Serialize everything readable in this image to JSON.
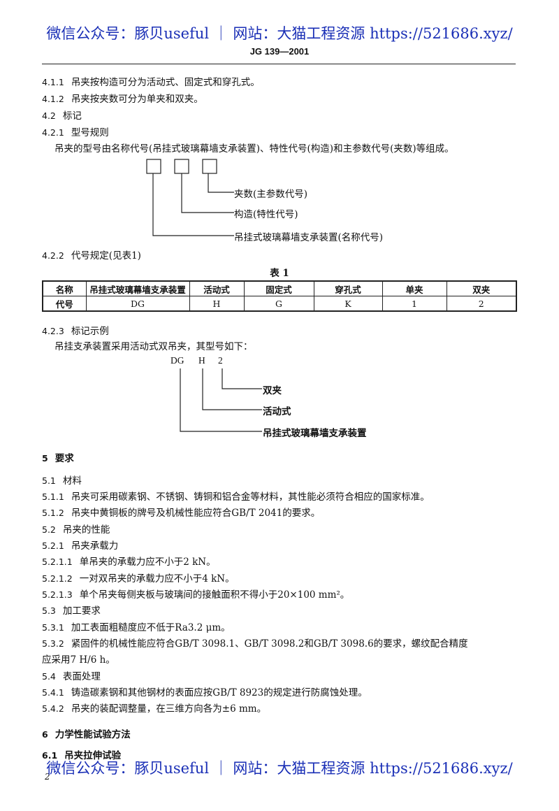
{
  "watermark": {
    "text": "微信公众号：豚贝useful ｜ 网站：大猫工程资源 https://521686.xyz/"
  },
  "header": {
    "standard_code": "JG 139—2001"
  },
  "lines": {
    "l411": {
      "num": "4.1.1",
      "text": "吊夹按构造可分为活动式、固定式和穿孔式。"
    },
    "l412": {
      "num": "4.1.2",
      "text": "吊夹按夹数可分为单夹和双夹。"
    },
    "l42": {
      "num": "4.2",
      "text": "标记"
    },
    "l421": {
      "num": "4.2.1",
      "text": "型号规则"
    },
    "l421p": {
      "text": "吊夹的型号由名称代号(吊挂式玻璃幕墙支承装置)、特性代号(构造)和主参数代号(夹数)等组成。"
    },
    "l422": {
      "num": "4.2.2",
      "text": "代号规定(见表1)"
    },
    "l423": {
      "num": "4.2.3",
      "text": "标记示例"
    },
    "l423p": {
      "text": "吊挂支承装置采用活动式双吊夹，其型号如下："
    },
    "s5": {
      "num": "5",
      "text": "要求"
    },
    "s51": {
      "num": "5.1",
      "text": "材料"
    },
    "s511": {
      "num": "5.1.1",
      "text": "吊夹可采用碳素钢、不锈钢、铸铜和铝合金等材料，其性能必须符合相应的国家标准。"
    },
    "s512": {
      "num": "5.1.2",
      "text": "吊夹中黄铜板的牌号及机械性能应符合GB/T 2041的要求。"
    },
    "s52": {
      "num": "5.2",
      "text": "吊夹的性能"
    },
    "s521": {
      "num": "5.2.1",
      "text": "吊夹承载力"
    },
    "s5211": {
      "num": "5.2.1.1",
      "text": "单吊夹的承载力应不小于2 kN。"
    },
    "s5212": {
      "num": "5.2.1.2",
      "text": "一对双吊夹的承载力应不小于4 kN。"
    },
    "s5213": {
      "num": "5.2.1.3",
      "text": "单个吊夹每侧夹板与玻璃间的接触面积不得小于20×100 mm²。"
    },
    "s53": {
      "num": "5.3",
      "text": "加工要求"
    },
    "s531": {
      "num": "5.3.1",
      "text": "加工表面粗糙度应不低于Ra3.2 μm。"
    },
    "s532": {
      "num": "5.3.2",
      "text": "紧固件的机械性能应符合GB/T 3098.1、GB/T 3098.2和GB/T 3098.6的要求，螺纹配合精度"
    },
    "s532b": {
      "text": "应采用7 H/6 h。"
    },
    "s54": {
      "num": "5.4",
      "text": "表面处理"
    },
    "s541": {
      "num": "5.4.1",
      "text": "铸造碳素钢和其他钢材的表面应按GB/T 8923的规定进行防腐蚀处理。"
    },
    "s542": {
      "num": "5.4.2",
      "text": "吊夹的装配调整量，在三维方向各为±6 mm。"
    },
    "s6": {
      "num": "6",
      "text": "力学性能试验方法"
    },
    "s61": {
      "num": "6.1",
      "text": "吊夹拉伸试验"
    }
  },
  "diagram1": {
    "labels": [
      "夹数(主参数代号)",
      "构造(特性代号)",
      "吊挂式玻璃幕墙支承装置(名称代号)"
    ]
  },
  "table1": {
    "caption": "表 1",
    "header": [
      "名称",
      "吊挂式玻璃幕墙支承装置",
      "活动式",
      "固定式",
      "穿孔式",
      "单夹",
      "双夹"
    ],
    "row": [
      "代号",
      "DG",
      "H",
      "G",
      "K",
      "1",
      "2"
    ]
  },
  "diagram2": {
    "codes": [
      "DG",
      "H",
      "2"
    ],
    "labels": [
      "双夹",
      "活动式",
      "吊挂式玻璃幕墙支承装置"
    ]
  },
  "page_number": "2",
  "colors": {
    "watermark": "#1a2fb6",
    "text": "#111111"
  }
}
